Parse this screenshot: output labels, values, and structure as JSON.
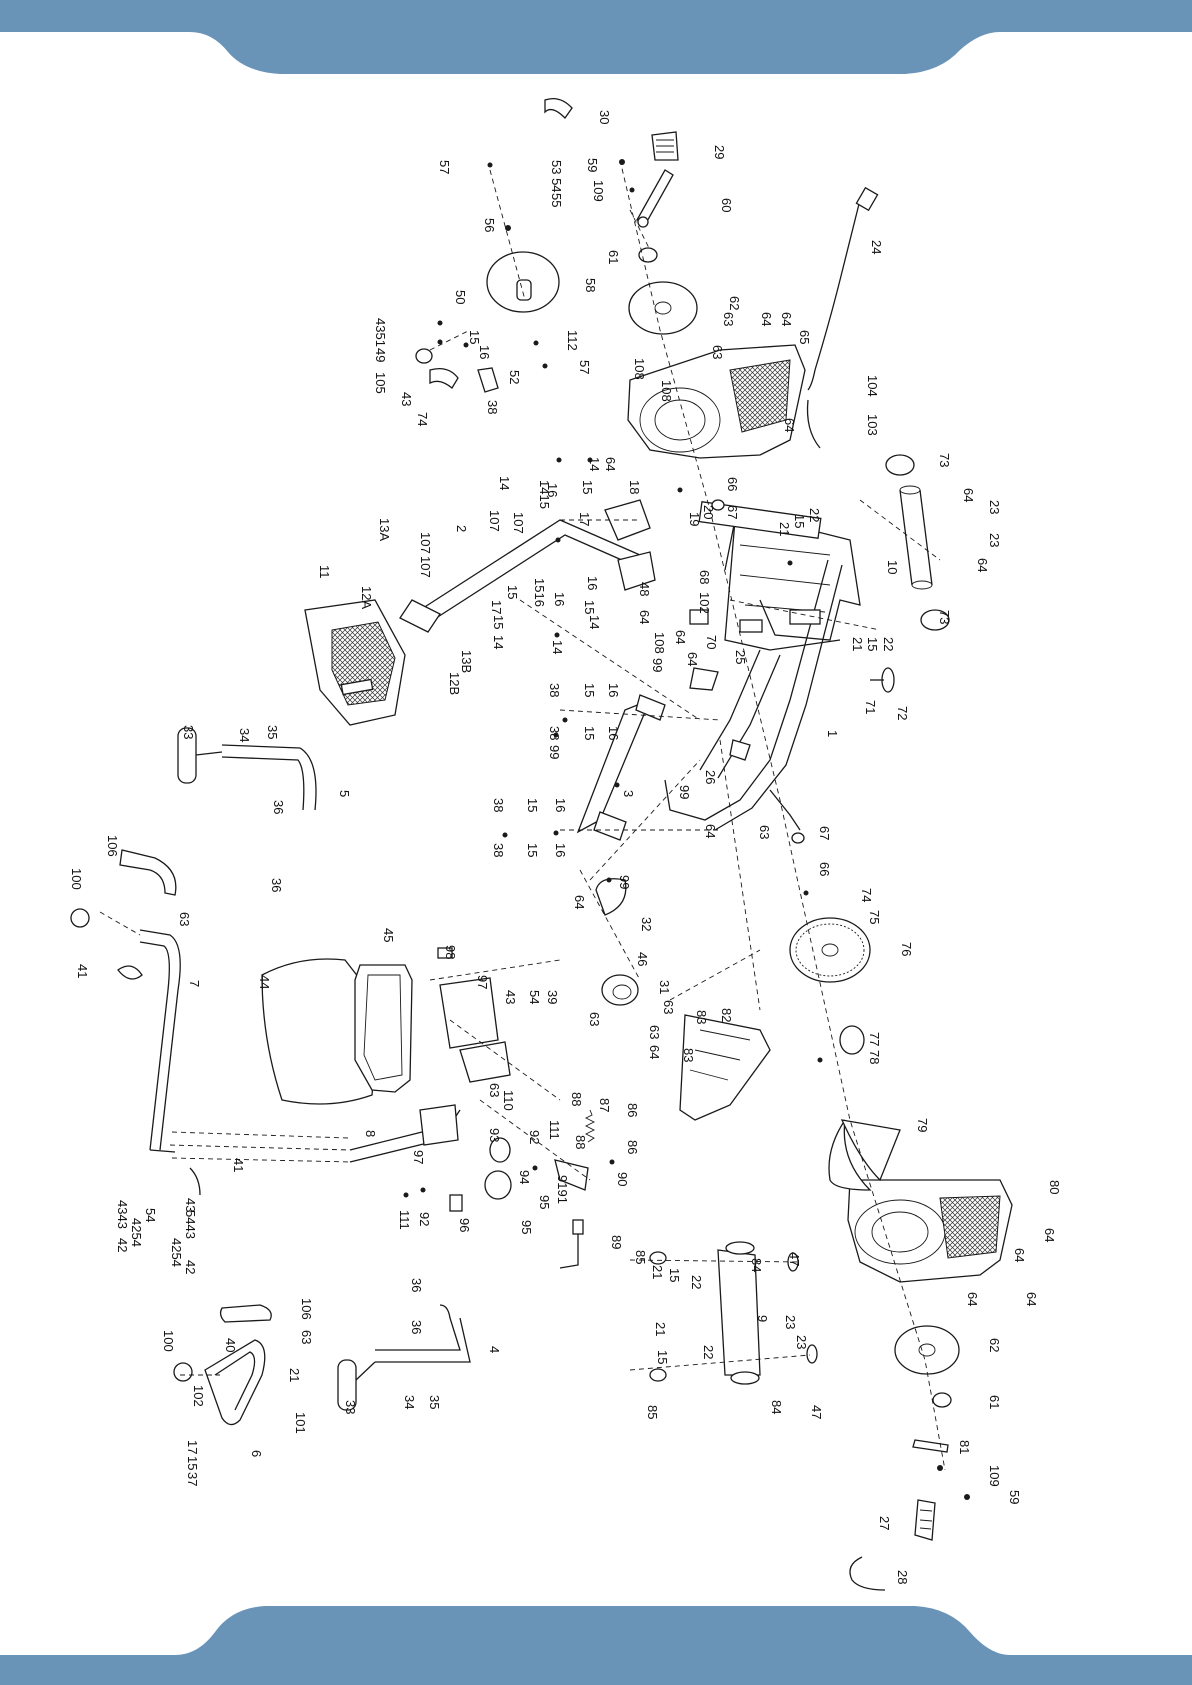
{
  "page": {
    "header_color": "#6a93b8",
    "footer_color": "#6a93b8"
  },
  "labels": {
    "l30": "30",
    "l29": "29",
    "l57a": "57",
    "l5354": "53 54",
    "l55": "55",
    "l56": "56",
    "l59a": "59",
    "l109a": "109",
    "l60": "60",
    "l24": "24",
    "l61a": "61",
    "l58": "58",
    "l62a": "62",
    "l50": "50",
    "l4351": "4351",
    "l15a": "15",
    "l16a": "16",
    "l49": "49",
    "l105": "105",
    "l43a": "43",
    "l52": "52",
    "l74a": "74",
    "l38a": "38",
    "l112": "112",
    "l57b": "57",
    "l63a": "63",
    "l64a": "64",
    "l64b": "64",
    "l65": "65",
    "l108a": "108",
    "l108b": "108",
    "l104": "104",
    "l103": "103",
    "l64c": "64",
    "l73a": "73",
    "l66a": "66",
    "l67a": "67",
    "l64d": "64",
    "l23a": "23",
    "l23b": "23",
    "l21a": "21",
    "l15b": "15",
    "l22a": "22",
    "l10": "10",
    "l64e": "64",
    "l73b": "73",
    "l1415": "1415",
    "l14a": "14",
    "l64f": "64",
    "l14b": "14",
    "l16b": "16",
    "l15c": "15",
    "l17a": "17",
    "l18": "18",
    "l11": "11",
    "l107a": "107",
    "l13A": "13A",
    "l107b": "107",
    "l2": "2",
    "l107c": "107",
    "l107d": "107",
    "l12A": "12A",
    "l19": "19",
    "l20": "20",
    "l16c": "16",
    "l15d": "15",
    "l17b": "17",
    "l1516": "1516",
    "l14c": "14",
    "l15e": "15",
    "l16d": "16",
    "l15f": "15",
    "l14d": "14",
    "l14e": "14",
    "l68": "68",
    "l102a": "102",
    "l64g": "64",
    "l48": "48",
    "l108c": "108",
    "l64h": "64",
    "l70": "70",
    "l21b": "21",
    "l15g": "15",
    "l22b": "22",
    "l13B": "13B",
    "l12B": "12B",
    "l99a": "99",
    "l64i": "64",
    "l25": "25",
    "l71": "71",
    "l72": "72",
    "l1": "1",
    "l33a": "33",
    "l34a": "34",
    "l35a": "35",
    "l38b": "38",
    "l15h": "15",
    "l16e": "16",
    "l38c": "38",
    "l15i": "15",
    "l16f": "16",
    "l99b": "99",
    "l3": "3",
    "l99c": "99",
    "l26": "26",
    "l5": "5",
    "l36a": "36",
    "l106a": "106",
    "l36b": "36",
    "l38d": "38",
    "l15j": "15",
    "l16g": "16",
    "l38e": "38",
    "l15k": "15",
    "l16h": "16",
    "l64j": "64",
    "l63b": "63",
    "l67b": "67",
    "l100a": "100",
    "l63c": "63",
    "l99d": "99",
    "l66b": "66",
    "l41a": "41",
    "l7": "7",
    "l64k": "64",
    "l32": "32",
    "l74b": "74",
    "l75": "75",
    "l76": "76",
    "l45": "45",
    "l44": "44",
    "l98": "98",
    "l46": "46",
    "l31": "31",
    "l97a": "97",
    "l43b": "43",
    "l54a": "54",
    "l39": "39",
    "l63d": "63",
    "l63e": "63",
    "l64l": "64",
    "l83a": "83",
    "l82": "82",
    "l83b": "83",
    "l77": "77",
    "l78": "78",
    "l63f": "63",
    "l110": "110",
    "l88a": "88",
    "l87": "87",
    "l86a": "86",
    "l8": "8",
    "l97b": "97",
    "l93": "93",
    "l111a": "111",
    "l92a": "92",
    "l88b": "88",
    "l86b": "86",
    "l79": "79",
    "l41b": "41",
    "l94": "94",
    "l9191": "9191",
    "l90": "90",
    "l95": "95",
    "l111b": "111",
    "l92b": "92",
    "l96": "96",
    "l95b": "95",
    "l42a": "42",
    "l4254": "4254",
    "l54b": "54",
    "l4343": "4343",
    "l5443": "5443",
    "l42b": "42",
    "l4254b": "4254",
    "l43c": "43",
    "l80": "80",
    "l89": "89",
    "l85a": "85",
    "l21c": "21",
    "l15l": "15",
    "l22c": "22",
    "l84a": "84",
    "l47a": "47",
    "l64m": "64",
    "l64n": "64",
    "l9": "9",
    "l23c": "23",
    "l23d": "23",
    "l64o": "64",
    "l36c": "36",
    "l106b": "106",
    "l36d": "36",
    "l100b": "100",
    "l40": "40",
    "l63g": "63",
    "l21d": "21",
    "l15m": "15",
    "l22d": "22",
    "l102b": "102",
    "l4": "4",
    "l62b": "62",
    "l6": "6",
    "l101": "101",
    "l33b": "33",
    "l34b": "34",
    "l35b": "35",
    "l37": "37",
    "l15n": "15",
    "l17c": "17",
    "l85b": "85",
    "l84b": "84",
    "l47b": "47",
    "l61b": "61",
    "l81": "81",
    "l109b": "109",
    "l59b": "59",
    "l27": "27",
    "l28": "28"
  }
}
